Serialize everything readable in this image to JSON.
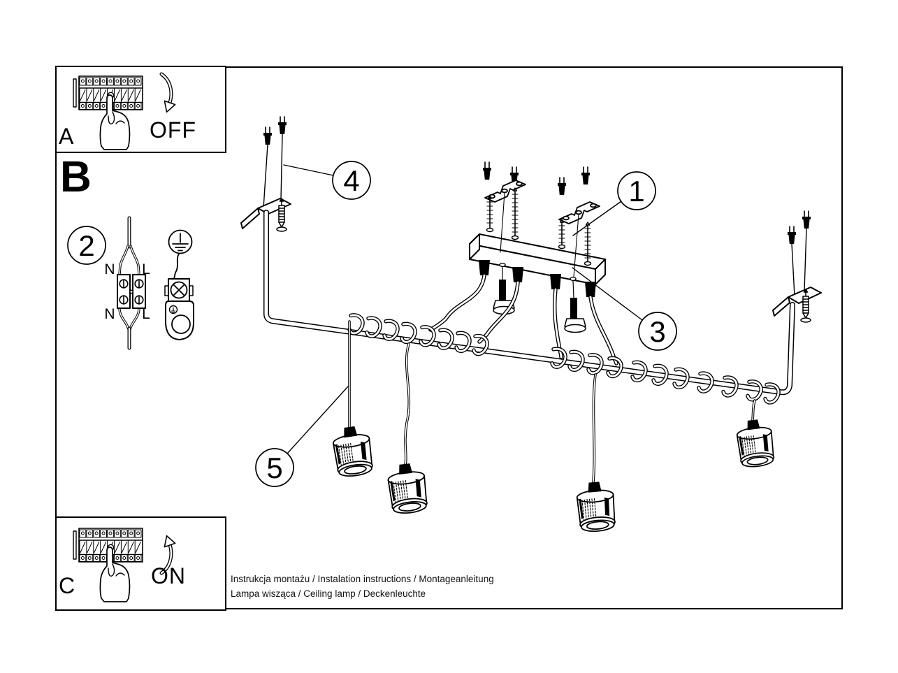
{
  "colors": {
    "ink": "#000000",
    "paper": "#ffffff"
  },
  "steps": {
    "a": {
      "label": "A",
      "action": "OFF"
    },
    "b": {
      "label": "B",
      "callout": "2",
      "terminals": {
        "top_left": "N",
        "top_right": "L",
        "bottom_left": "N",
        "bottom_right": "L"
      }
    },
    "c": {
      "label": "C",
      "action": "ON"
    }
  },
  "callouts": {
    "part1": "1",
    "part3": "3",
    "part4": "4",
    "part5": "5"
  },
  "footer": {
    "line1": "Instrukcja montażu / Instalation instructions / Montageanleitung",
    "line2": "Lampa wisząca / Ceiling lamp / Deckenleuchte"
  }
}
